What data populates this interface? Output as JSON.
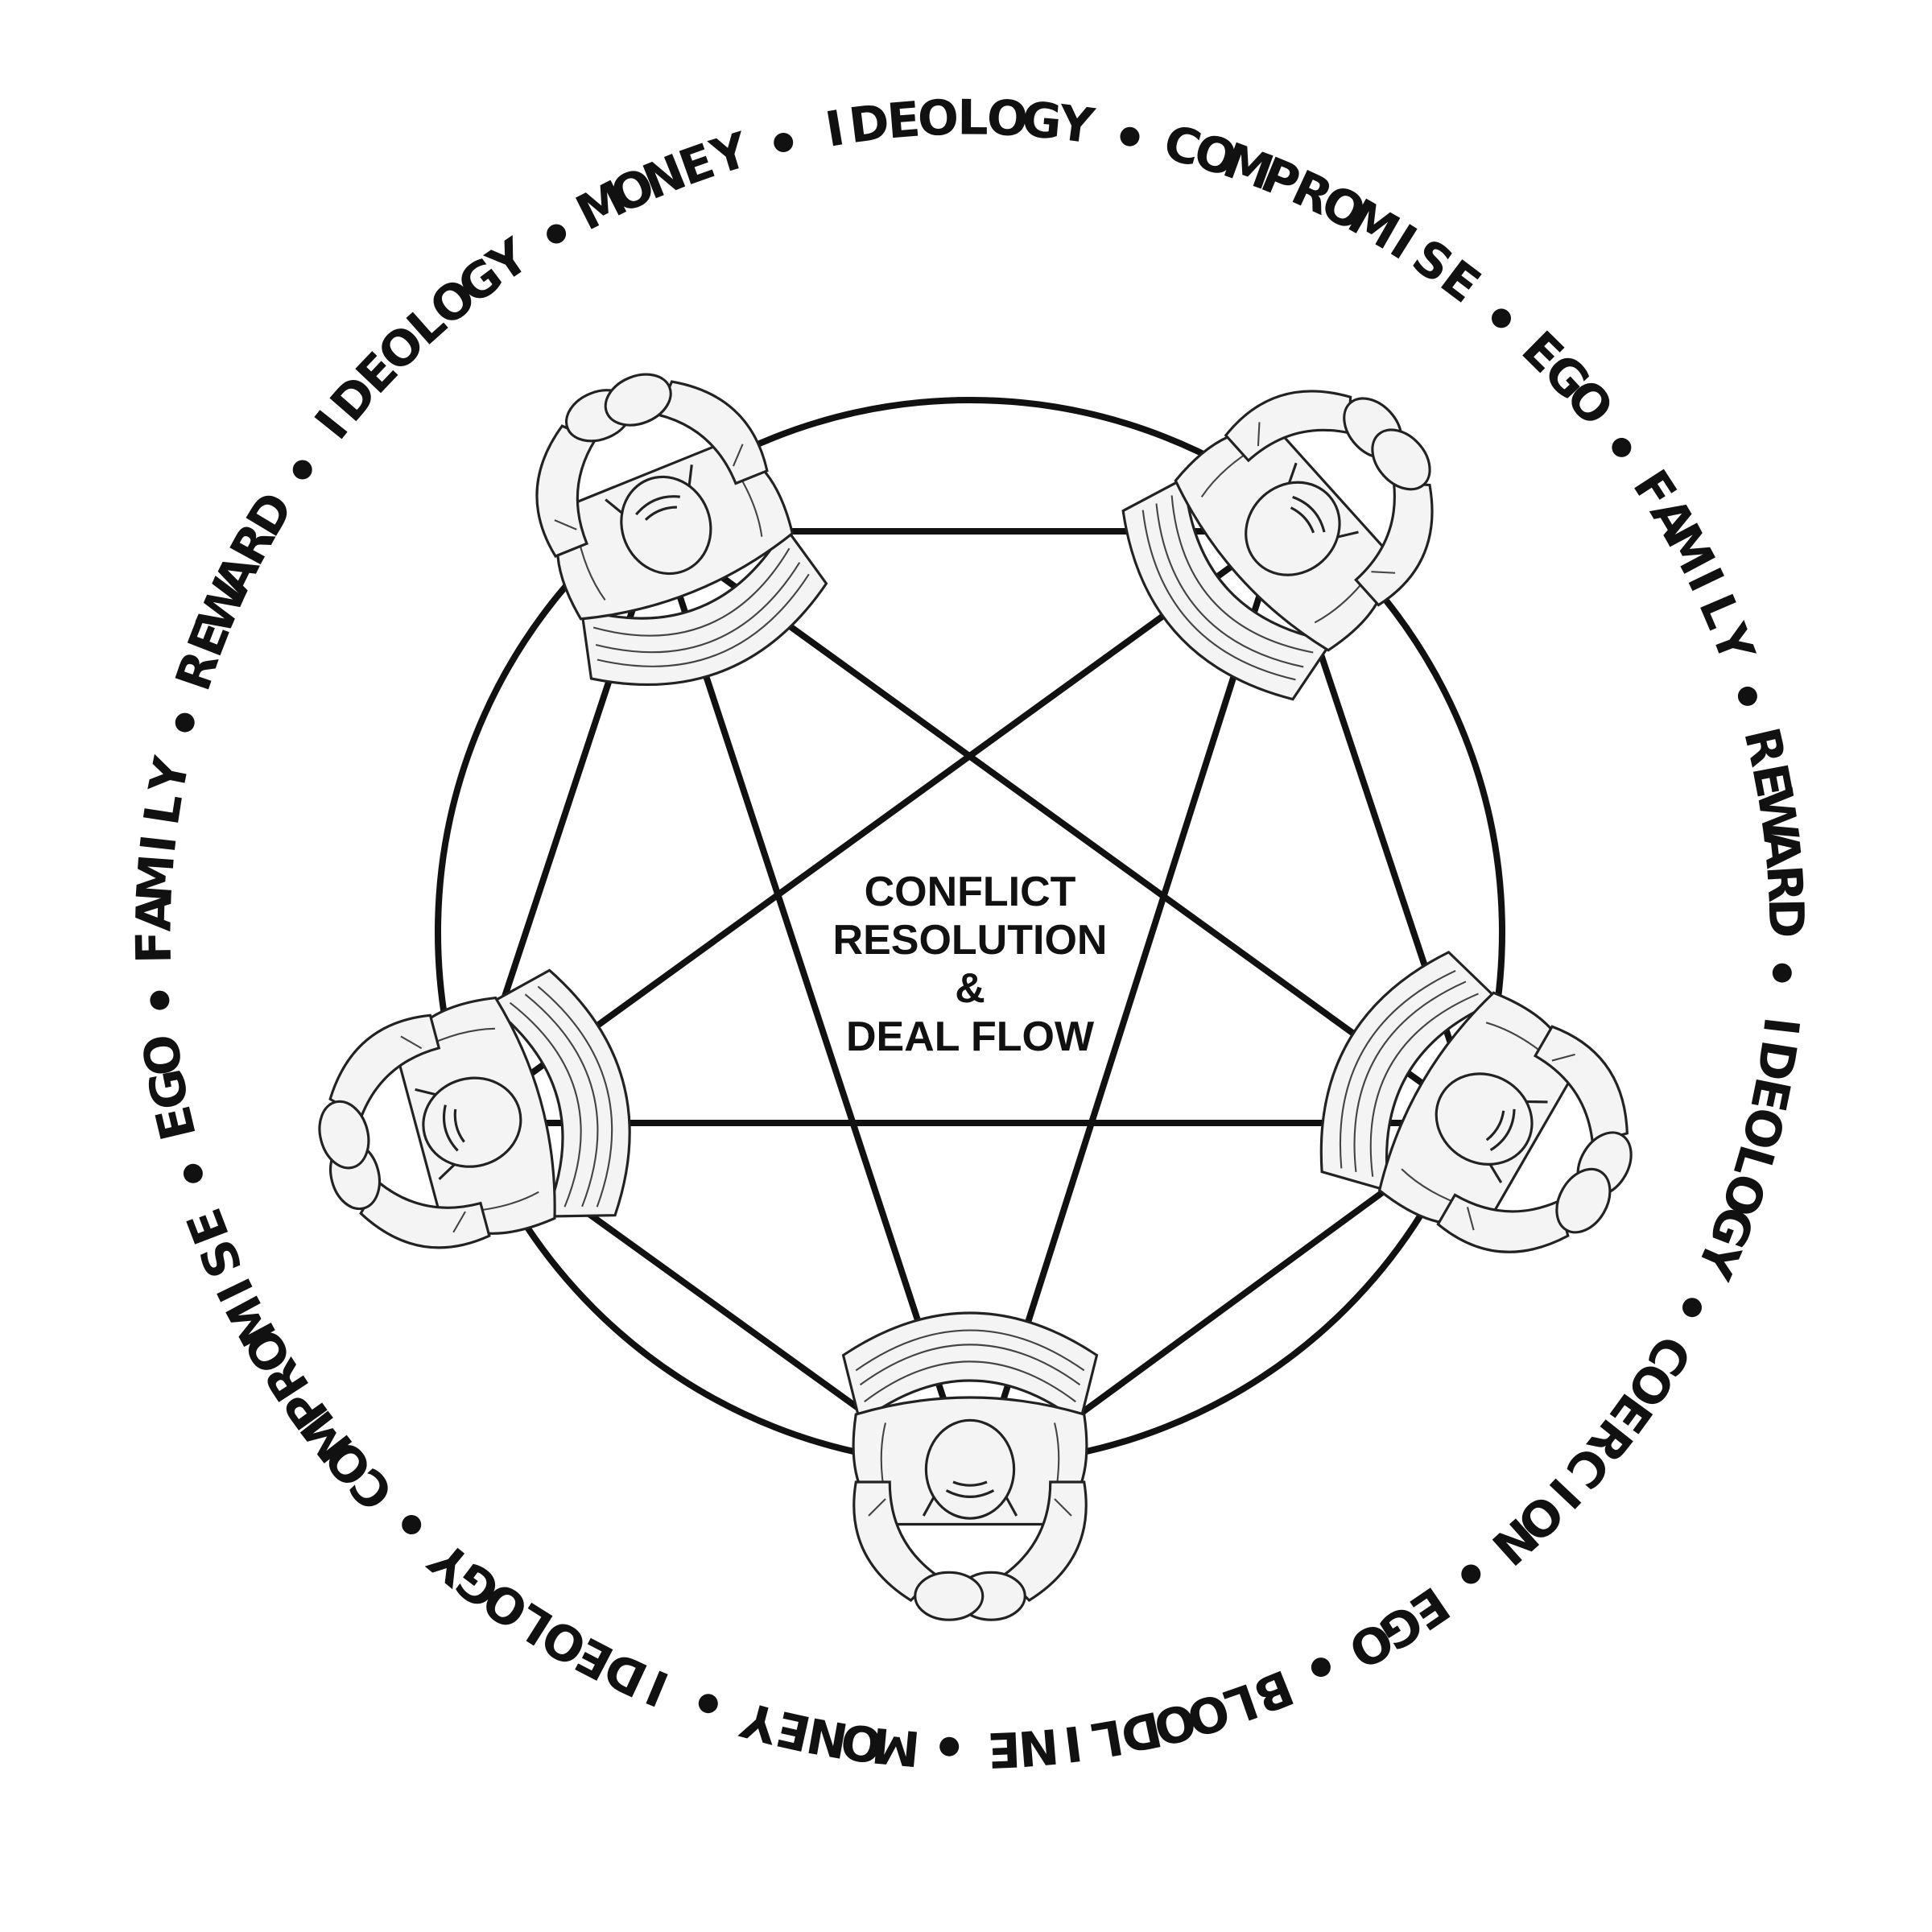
{
  "center_label": {
    "line1": "CONFLICT",
    "line2": "RESOLUTION",
    "line3": "&",
    "line4": "DEAL FLOW"
  },
  "ring_words": [
    "MONEY",
    "IDEOLOGY",
    "COMPROMISE",
    "EGO",
    "FAMILY",
    "REWARD",
    "IDEOLOGY",
    "COERCION",
    "EGO",
    "BLOODLINE",
    "MONEY",
    "IDEOLOGY",
    "COMPROMISE",
    "EGO",
    "FAMILY",
    "REWARD",
    "IDEOLOGY"
  ],
  "separator": "•",
  "colors": {
    "ink": "#111111",
    "background": "#ffffff",
    "figure_fill": "#f4f4f4"
  },
  "figures": [
    {
      "name": "seated-figure-top-left",
      "icon": "seated-person-icon"
    },
    {
      "name": "seated-figure-top-right",
      "icon": "seated-person-icon"
    },
    {
      "name": "seated-figure-right",
      "icon": "seated-person-icon"
    },
    {
      "name": "seated-figure-bottom",
      "icon": "seated-person-icon"
    },
    {
      "name": "seated-figure-left",
      "icon": "seated-person-icon"
    }
  ]
}
